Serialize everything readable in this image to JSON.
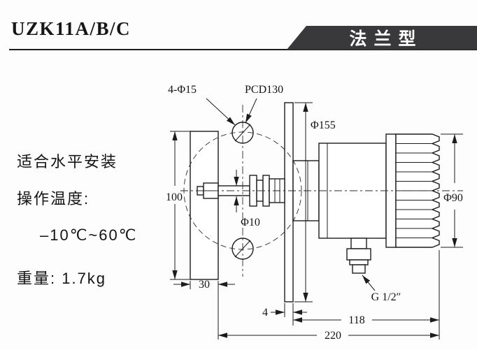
{
  "header": {
    "model": "UZK11A/B/C",
    "type_badge": "法兰型",
    "banner_bg": "#39393b",
    "banner_text_color": "#ffffff"
  },
  "notes": {
    "mounting": "适合水平安装",
    "temp_label": "操作温度:",
    "temp_range": "–10℃~60℃",
    "weight": "重量: 1.7kg"
  },
  "dimensions": {
    "bolt_holes": "4-Φ15",
    "pcd": "PCD130",
    "flange_diameter": "Φ155",
    "plate_height": "100",
    "shaft_diameter": "Φ10",
    "housing_diameter": "Φ90",
    "plate_width": "30",
    "flange_thickness": "4",
    "housing_length": "118",
    "overall_length": "220",
    "thread": "G 1/2″"
  }
}
